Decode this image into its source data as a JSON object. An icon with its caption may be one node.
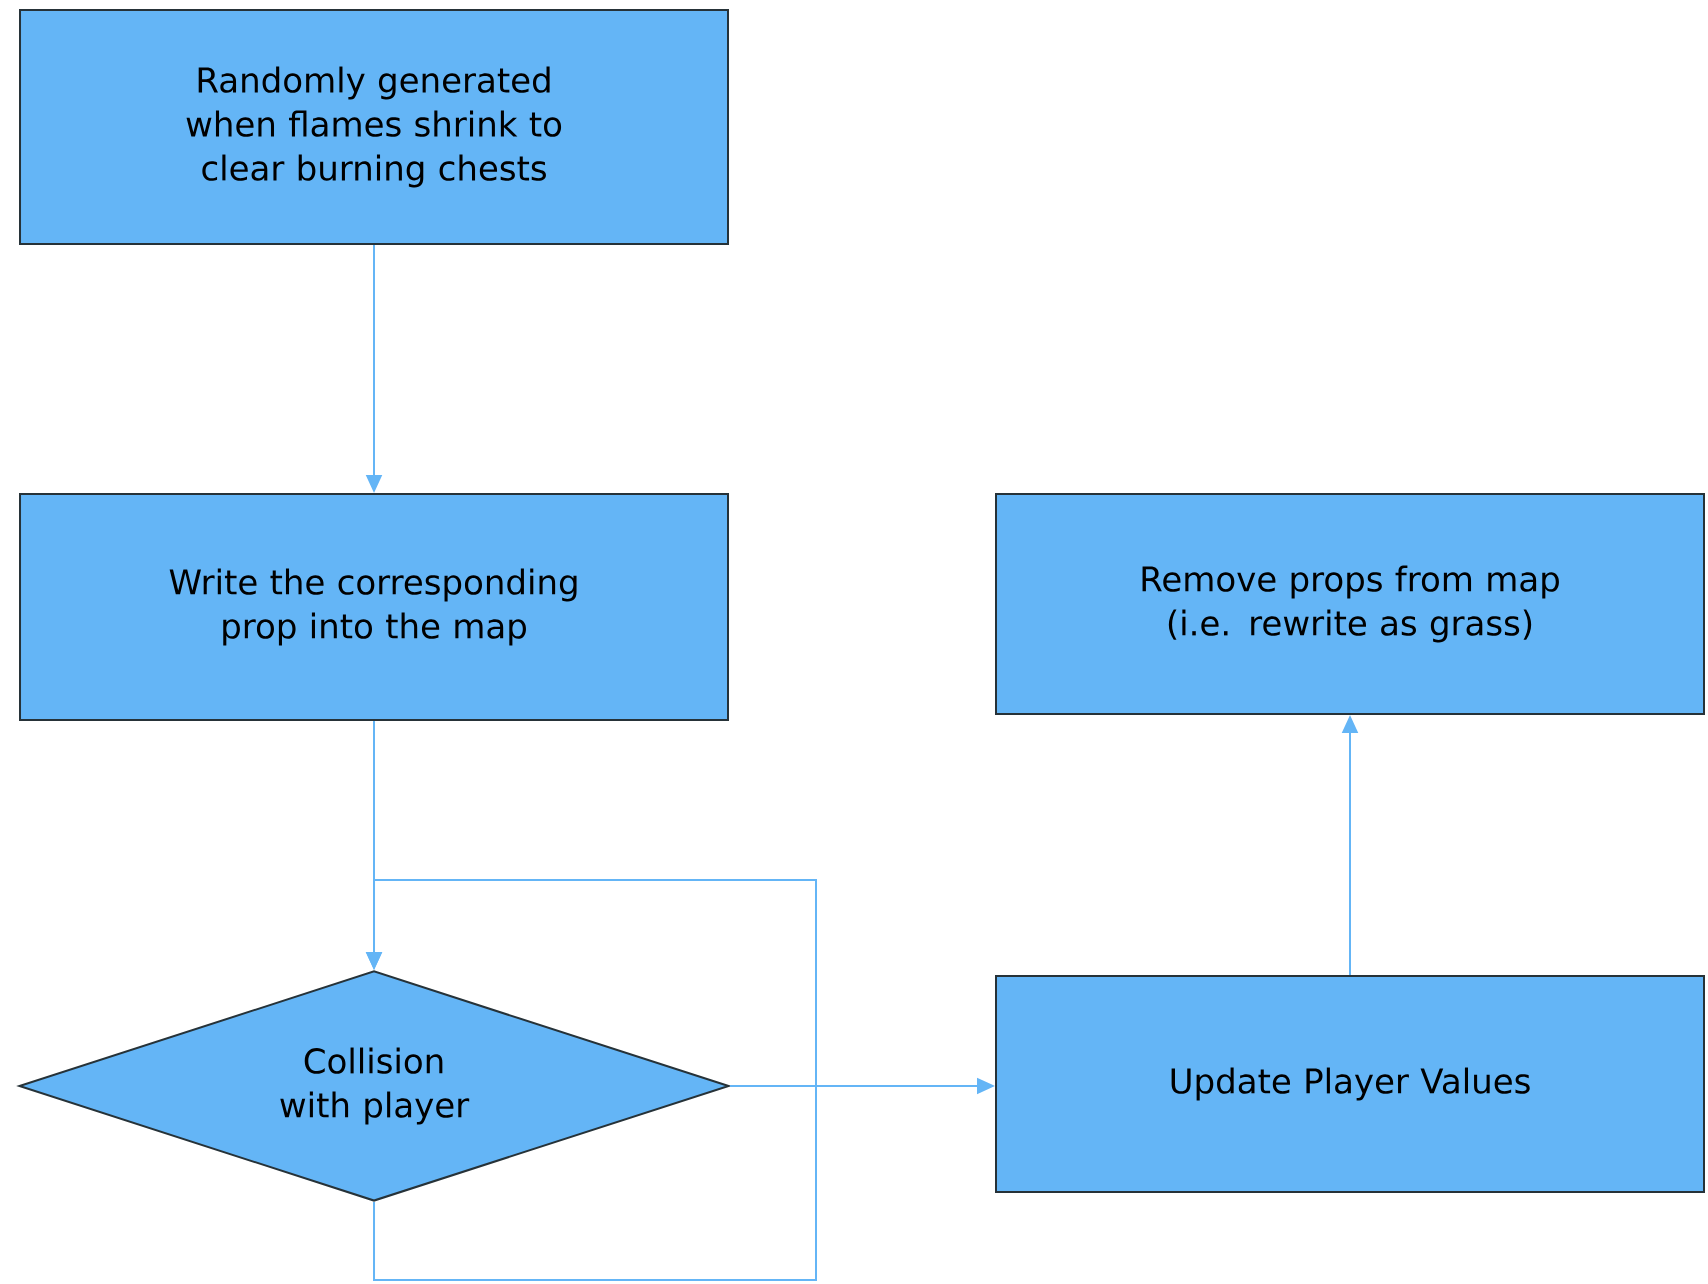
{
  "diagram": {
    "nodes": [
      {
        "text": [
          "Randomly generated when flames shrink to clear burning chests"
        ]
      },
      {
        "text": [
          "Write the corresponding prop into the map"
        ]
      },
      {
        "text": [
          "Collision with player"
        ]
      },
      {
        "text": [
          "Update Player Values"
        ]
      },
      {
        "text": [
          "Remove props from map (i.e. rewrite as grass)"
        ]
      }
    ],
    "edges": [
      {
        "from": 0,
        "to": 1,
        "arrow": "to"
      },
      {
        "from": 1,
        "to": 2,
        "arrow": "to"
      },
      {
        "from": 2,
        "to": 2,
        "arrow": "to"
      },
      {
        "from": 2,
        "to": 3,
        "arrow": "to"
      },
      {
        "from": 3,
        "to": 4,
        "arrow": "to"
      }
    ]
  }
}
